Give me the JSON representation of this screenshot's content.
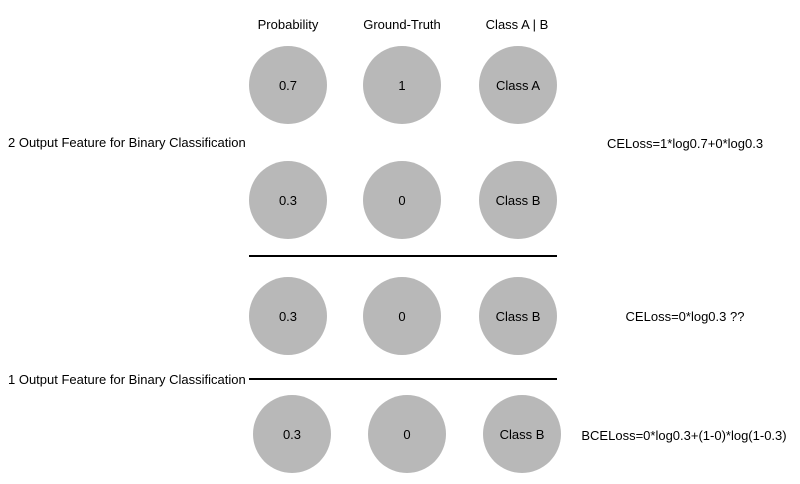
{
  "headers": {
    "probability": "Probability",
    "ground_truth": "Ground-Truth",
    "class": "Class A | B"
  },
  "section_two_output": {
    "label": "2 Output Feature for Binary Classification",
    "row1": {
      "probability": "0.7",
      "ground_truth": "1",
      "class": "Class A"
    },
    "row2": {
      "probability": "0.3",
      "ground_truth": "0",
      "class": "Class B"
    },
    "formula": "CELoss=1*log0.7+0*log0.3"
  },
  "section_one_output": {
    "label": "1 Output Feature for Binary Classification",
    "row1": {
      "probability": "0.3",
      "ground_truth": "0",
      "class": "Class B"
    },
    "row2": {
      "probability": "0.3",
      "ground_truth": "0",
      "class": "Class B"
    },
    "formula_ce": "CELoss=0*log0.3 ??",
    "formula_bce": "BCELoss=0*log0.3+(1-0)*log(1-0.3)"
  },
  "colors": {
    "circle_fill": "#b8b8b8",
    "divider": "#000000"
  }
}
